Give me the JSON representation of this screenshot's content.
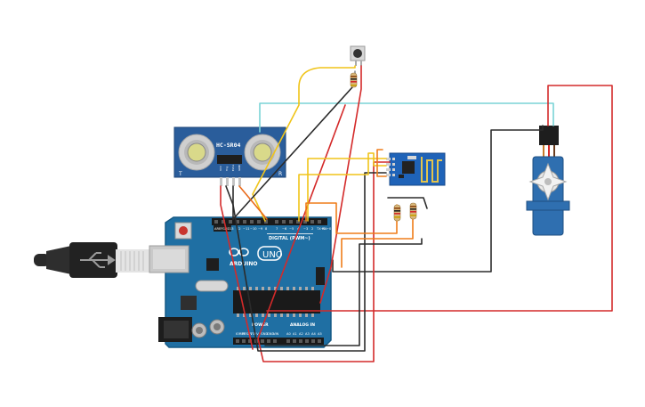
{
  "ultrasonic": {
    "label": "HC-SR04",
    "left_mark": "T",
    "right_mark": "R",
    "pins": [
      "VCC",
      "Trig",
      "Echo",
      "GND"
    ]
  },
  "arduino": {
    "brand": "ARDUINO",
    "model": "UNO",
    "digital_label": "DIGITAL (PWM~)",
    "power_label": "POWER",
    "analog_label": "ANALOG IN",
    "aref_label": "AREF",
    "gnd_label": "GND",
    "pin_13": "13",
    "pin_12": "12",
    "pin_11": "~11",
    "pin_10": "~10",
    "pin_9": "~9",
    "pin_8": "8",
    "pin_7": "7",
    "pin_6": "~6",
    "pin_5": "~5",
    "pin_4": "4",
    "pin_3": "~3",
    "pin_2": "2",
    "pin_tx": "TX→1",
    "pin_rx": "RX←0",
    "pwr_ioref": "IOREF",
    "pwr_reset": "RESET",
    "pwr_3v3": "3V3",
    "pwr_5v": "5V",
    "pwr_gnd1": "GND",
    "pwr_gnd2": "GND",
    "pwr_vin": "VIN",
    "an_a0": "A0",
    "an_a1": "A1",
    "an_a2": "A2",
    "an_a3": "A3",
    "an_a4": "A4",
    "an_a5": "A5"
  },
  "colors": {
    "board": "#1f6fa3",
    "wire_red": "#d42a2a",
    "wire_black": "#2b2b2b",
    "wire_yellow": "#f0c419",
    "wire_orange": "#ef7d1a",
    "wire_cyan": "#7ad3d6"
  }
}
